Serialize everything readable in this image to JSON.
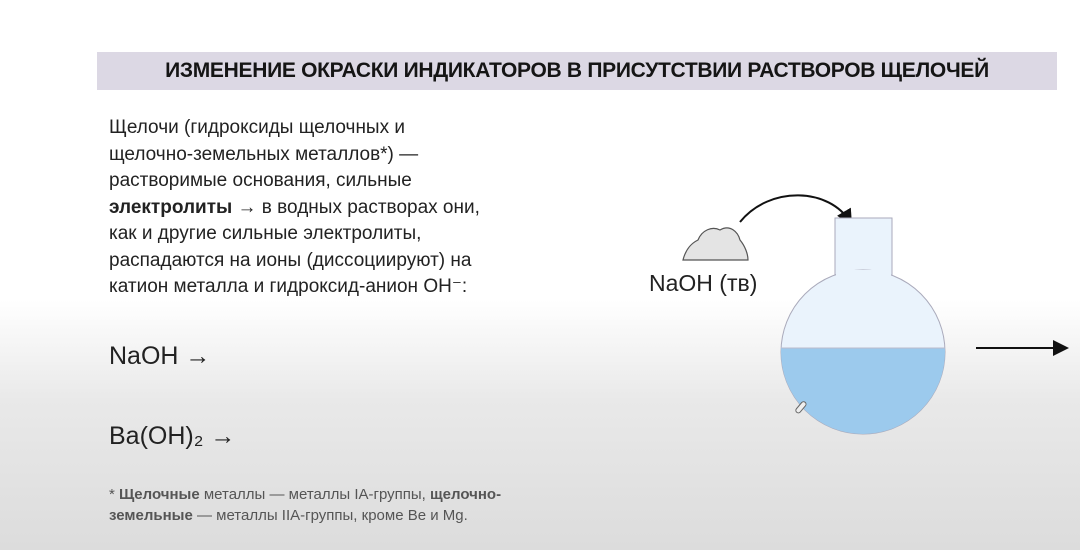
{
  "title": "ИЗМЕНЕНИЕ ОКРАСКИ ИНДИКАТОРОВ В ПРИСУТСТВИИ РАСТВОРОВ ЩЕЛОЧЕЙ",
  "body": {
    "l1": "Щелочи (гидроксиды щелочных и",
    "l2": "щелочно-земельных металлов*) —",
    "l3": "растворимые основания, сильные",
    "l4b": "электролиты",
    "l4": " → в водных растворах они,",
    "l5": "как и другие сильные электролиты,",
    "l6": "распадаются на ионы (диссоциируют) на",
    "l7": "катион металла и гидроксид-анион OH⁻:"
  },
  "equations": [
    "NaOH  →",
    "Ba(OH)₂  →"
  ],
  "footnote": {
    "star": "* ",
    "b1": "Щелочные",
    "t1": " металлы — металлы IA-группы, ",
    "b2": "щелочно-",
    "b3": "земельные",
    "t2": " — металлы IIA-группы, кроме Be и Mg."
  },
  "diagram": {
    "solid_label": "NaOH (тв)",
    "liquid_color": "#9ccaed",
    "flask_color": "#eaf3fc"
  }
}
